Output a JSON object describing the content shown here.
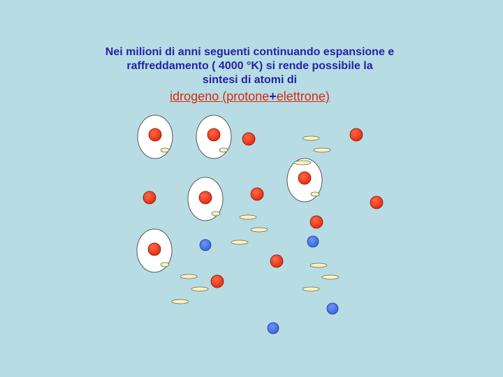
{
  "caption": {
    "line1": "Nei milioni di anni seguenti continuando espansione e",
    "line2": "raffreddamento ( 4000 °K) si rende possibile la",
    "line3": "sintesi di atomi di",
    "highlight_before": "idrogeno (protone",
    "highlight_plus": "+",
    "highlight_after": "elettrone)"
  },
  "colors": {
    "background": "#b8dce3",
    "caption_text": "#2323a8",
    "highlight_text": "#d42a12",
    "proton": "#e8290e",
    "neutron": "#3a67df",
    "electron": "#fbf3b8",
    "atom_shell": "#ffffff"
  },
  "legend_concepts": [
    "protone",
    "elettrone",
    "atomo di idrogeno"
  ]
}
